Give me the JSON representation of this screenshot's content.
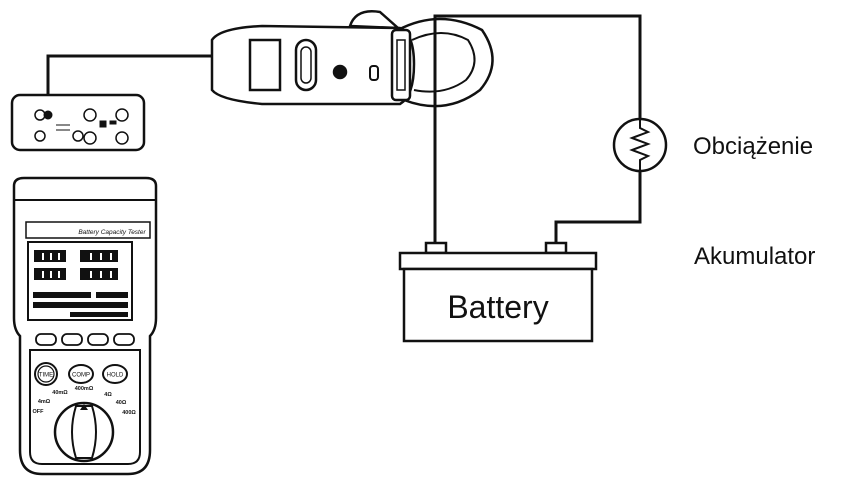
{
  "labels": {
    "load": "Obciążenie",
    "accumulator": "Akumulator",
    "battery": "Battery"
  },
  "tester": {
    "brand_text": "Battery Capacity Tester",
    "buttons": [
      "TIME",
      "COMP",
      "HOLD"
    ],
    "dial": {
      "off": "OFF",
      "ranges": [
        "4mΩ",
        "40mΩ",
        "400mΩ",
        "4Ω",
        "40Ω",
        "400Ω"
      ]
    }
  },
  "colors": {
    "line": "#111111",
    "background": "#ffffff"
  }
}
